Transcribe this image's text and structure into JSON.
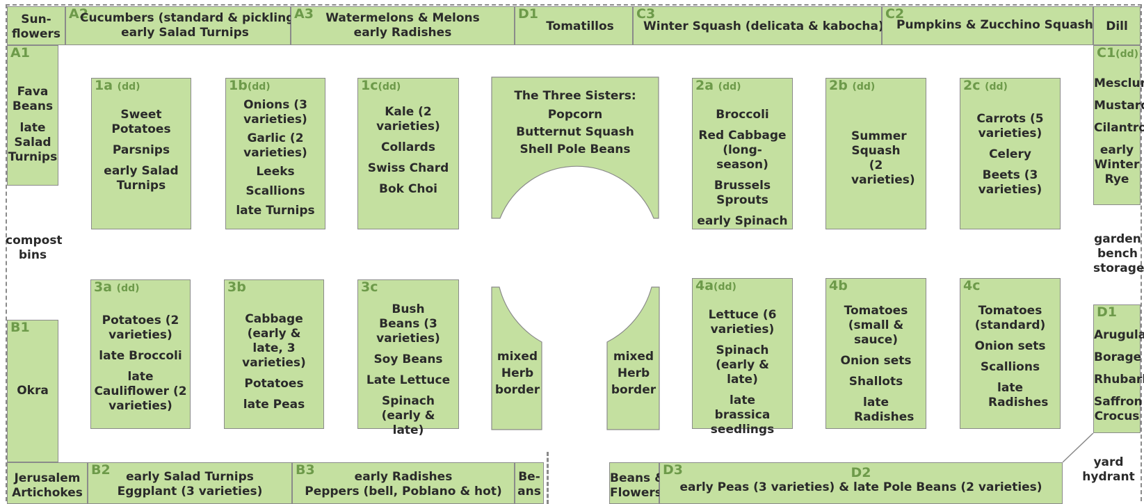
{
  "colors": {
    "bed": "#c4e0a0",
    "code": "#6d9a4a",
    "border": "#8a8a8a"
  },
  "top": {
    "sunflowers": [
      "Sun-",
      "flowers"
    ],
    "a2": {
      "code": "A2",
      "lines": [
        "Cucumbers (standard & pickling)",
        "early Salad Turnips"
      ]
    },
    "a3": {
      "code": "A3",
      "lines": [
        "Watermelons & Melons",
        "early Radishes"
      ]
    },
    "d1": {
      "code": "D1",
      "lines": [
        "Tomatillos"
      ]
    },
    "c3": {
      "code": "C3",
      "lines": [
        "Winter Squash (delicata & kabocha)"
      ]
    },
    "c2": {
      "code": "C2",
      "lines": [
        "Pumpkins & Zucchino Squash"
      ]
    },
    "dill": [
      "Dill"
    ]
  },
  "left": {
    "a1": {
      "code": "A1",
      "lines": [
        "Fava",
        "Beans",
        "late",
        "Salad",
        "Turnips"
      ]
    },
    "compost": [
      "compost",
      "bins"
    ],
    "b1": {
      "code": "B1",
      "lines": [
        "Okra"
      ]
    }
  },
  "right": {
    "c1": {
      "code": "C1",
      "sub": "(dd)",
      "lines": [
        "Mesclun",
        "Mustard",
        "Cilantro",
        "early",
        "Winter",
        "Rye"
      ]
    },
    "bench": [
      "garden",
      "bench",
      "storage"
    ],
    "d1r": {
      "code": "D1",
      "lines": [
        "Arugula",
        "Borage",
        "Rhubarb",
        "Saffron",
        "Crocus"
      ]
    },
    "hydrant": [
      "yard",
      "hydrant"
    ]
  },
  "bottom": {
    "jerusalem": [
      "Jerusalem",
      "Artichokes"
    ],
    "b2": {
      "code": "B2",
      "lines": [
        "early Salad Turnips",
        "Eggplant (3 varieties)"
      ]
    },
    "b3": {
      "code": "B3",
      "lines": [
        "early Radishes",
        "Peppers (bell, Poblano & hot)"
      ]
    },
    "beans": [
      "Be-",
      "ans"
    ],
    "beansflowers": [
      "Beans &",
      "Flowers"
    ],
    "d3": {
      "code": "D3"
    },
    "d2": {
      "code": "D2",
      "lines": [
        "early Peas (3 varieties) & late Pole Beans (2 varieties)"
      ]
    }
  },
  "beds": {
    "b1a": {
      "code": "1a",
      "sub": "(dd)",
      "lines": [
        "Sweet Potatoes",
        "Parsnips",
        "early Salad Turnips"
      ]
    },
    "b1b": {
      "code": "1b",
      "sub": "(dd)",
      "lines": [
        "Onions (3 varieties)",
        "Garlic (2 varieties)",
        "Leeks",
        "Scallions",
        "late Turnips"
      ]
    },
    "b1c": {
      "code": "1c",
      "sub": "(dd)",
      "lines": [
        "Kale (2 varieties)",
        "Collards",
        "Swiss Chard",
        "Bok Choi"
      ]
    },
    "sisters": {
      "lines": [
        "The Three Sisters:",
        "Popcorn",
        "Butternut Squash",
        "Shell Pole Beans"
      ]
    },
    "b2a": {
      "code": "2a",
      "sub": "(dd)",
      "lines": [
        "Broccoli",
        "Red Cabbage (long-season)",
        "Brussels Sprouts",
        "early Spinach"
      ]
    },
    "b2b": {
      "code": "2b",
      "sub": "(dd)",
      "lines": [
        "Summer Squash (2 varieties)"
      ]
    },
    "b2c": {
      "code": "2c",
      "sub": "(dd)",
      "lines": [
        "Carrots (5 varieties)",
        "Celery",
        "Beets (3 varieties)"
      ]
    },
    "b3a": {
      "code": "3a",
      "sub": "(dd)",
      "lines": [
        "Potatoes (2 varieties)",
        "late Broccoli",
        "late Cauliflower (2 varieties)"
      ]
    },
    "b3b": {
      "code": "3b",
      "lines": [
        "Cabbage (early & late, 3 varieties)",
        "Potatoes",
        "late Peas"
      ]
    },
    "b3c": {
      "code": "3c",
      "lines": [
        "Bush Beans (3 varieties)",
        "Soy Beans",
        "Late Lettuce",
        "Spinach (early & late)"
      ]
    },
    "herbL": {
      "lines": [
        "mixed",
        "Herb",
        "border"
      ]
    },
    "herbR": {
      "lines": [
        "mixed",
        "Herb",
        "border"
      ]
    },
    "b4a": {
      "code": "4a",
      "sub": "(dd)",
      "lines": [
        "Lettuce (6 varieties)",
        "Spinach (early & late)",
        "late brassica seedlings"
      ]
    },
    "b4b": {
      "code": "4b",
      "lines": [
        "Tomatoes (small & sauce)",
        "Onion sets",
        "Shallots",
        "late Radishes"
      ]
    },
    "b4c": {
      "code": "4c",
      "lines": [
        "Tomatoes (standard)",
        "Onion sets",
        "Scallions",
        "late Radishes"
      ]
    }
  }
}
